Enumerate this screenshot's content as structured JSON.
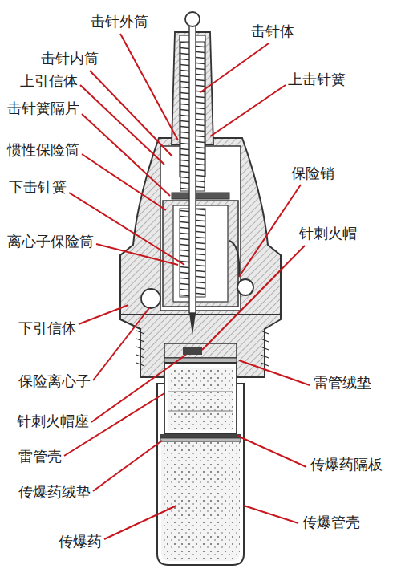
{
  "diagram": {
    "labels": [
      "击针外筒",
      "击针体",
      "击针内筒",
      "上引信体",
      "上击针簧",
      "击针簧隔片",
      "保险销",
      "惯性保险筒",
      "下击针簧",
      "针刺火帽",
      "离心子保险筒",
      "下引信体",
      "雷管绒垫",
      "保险离心子",
      "针刺火帽座",
      "雷管壳",
      "传爆药隔板",
      "传爆药绒垫",
      "传爆管壳",
      "传爆药"
    ]
  }
}
